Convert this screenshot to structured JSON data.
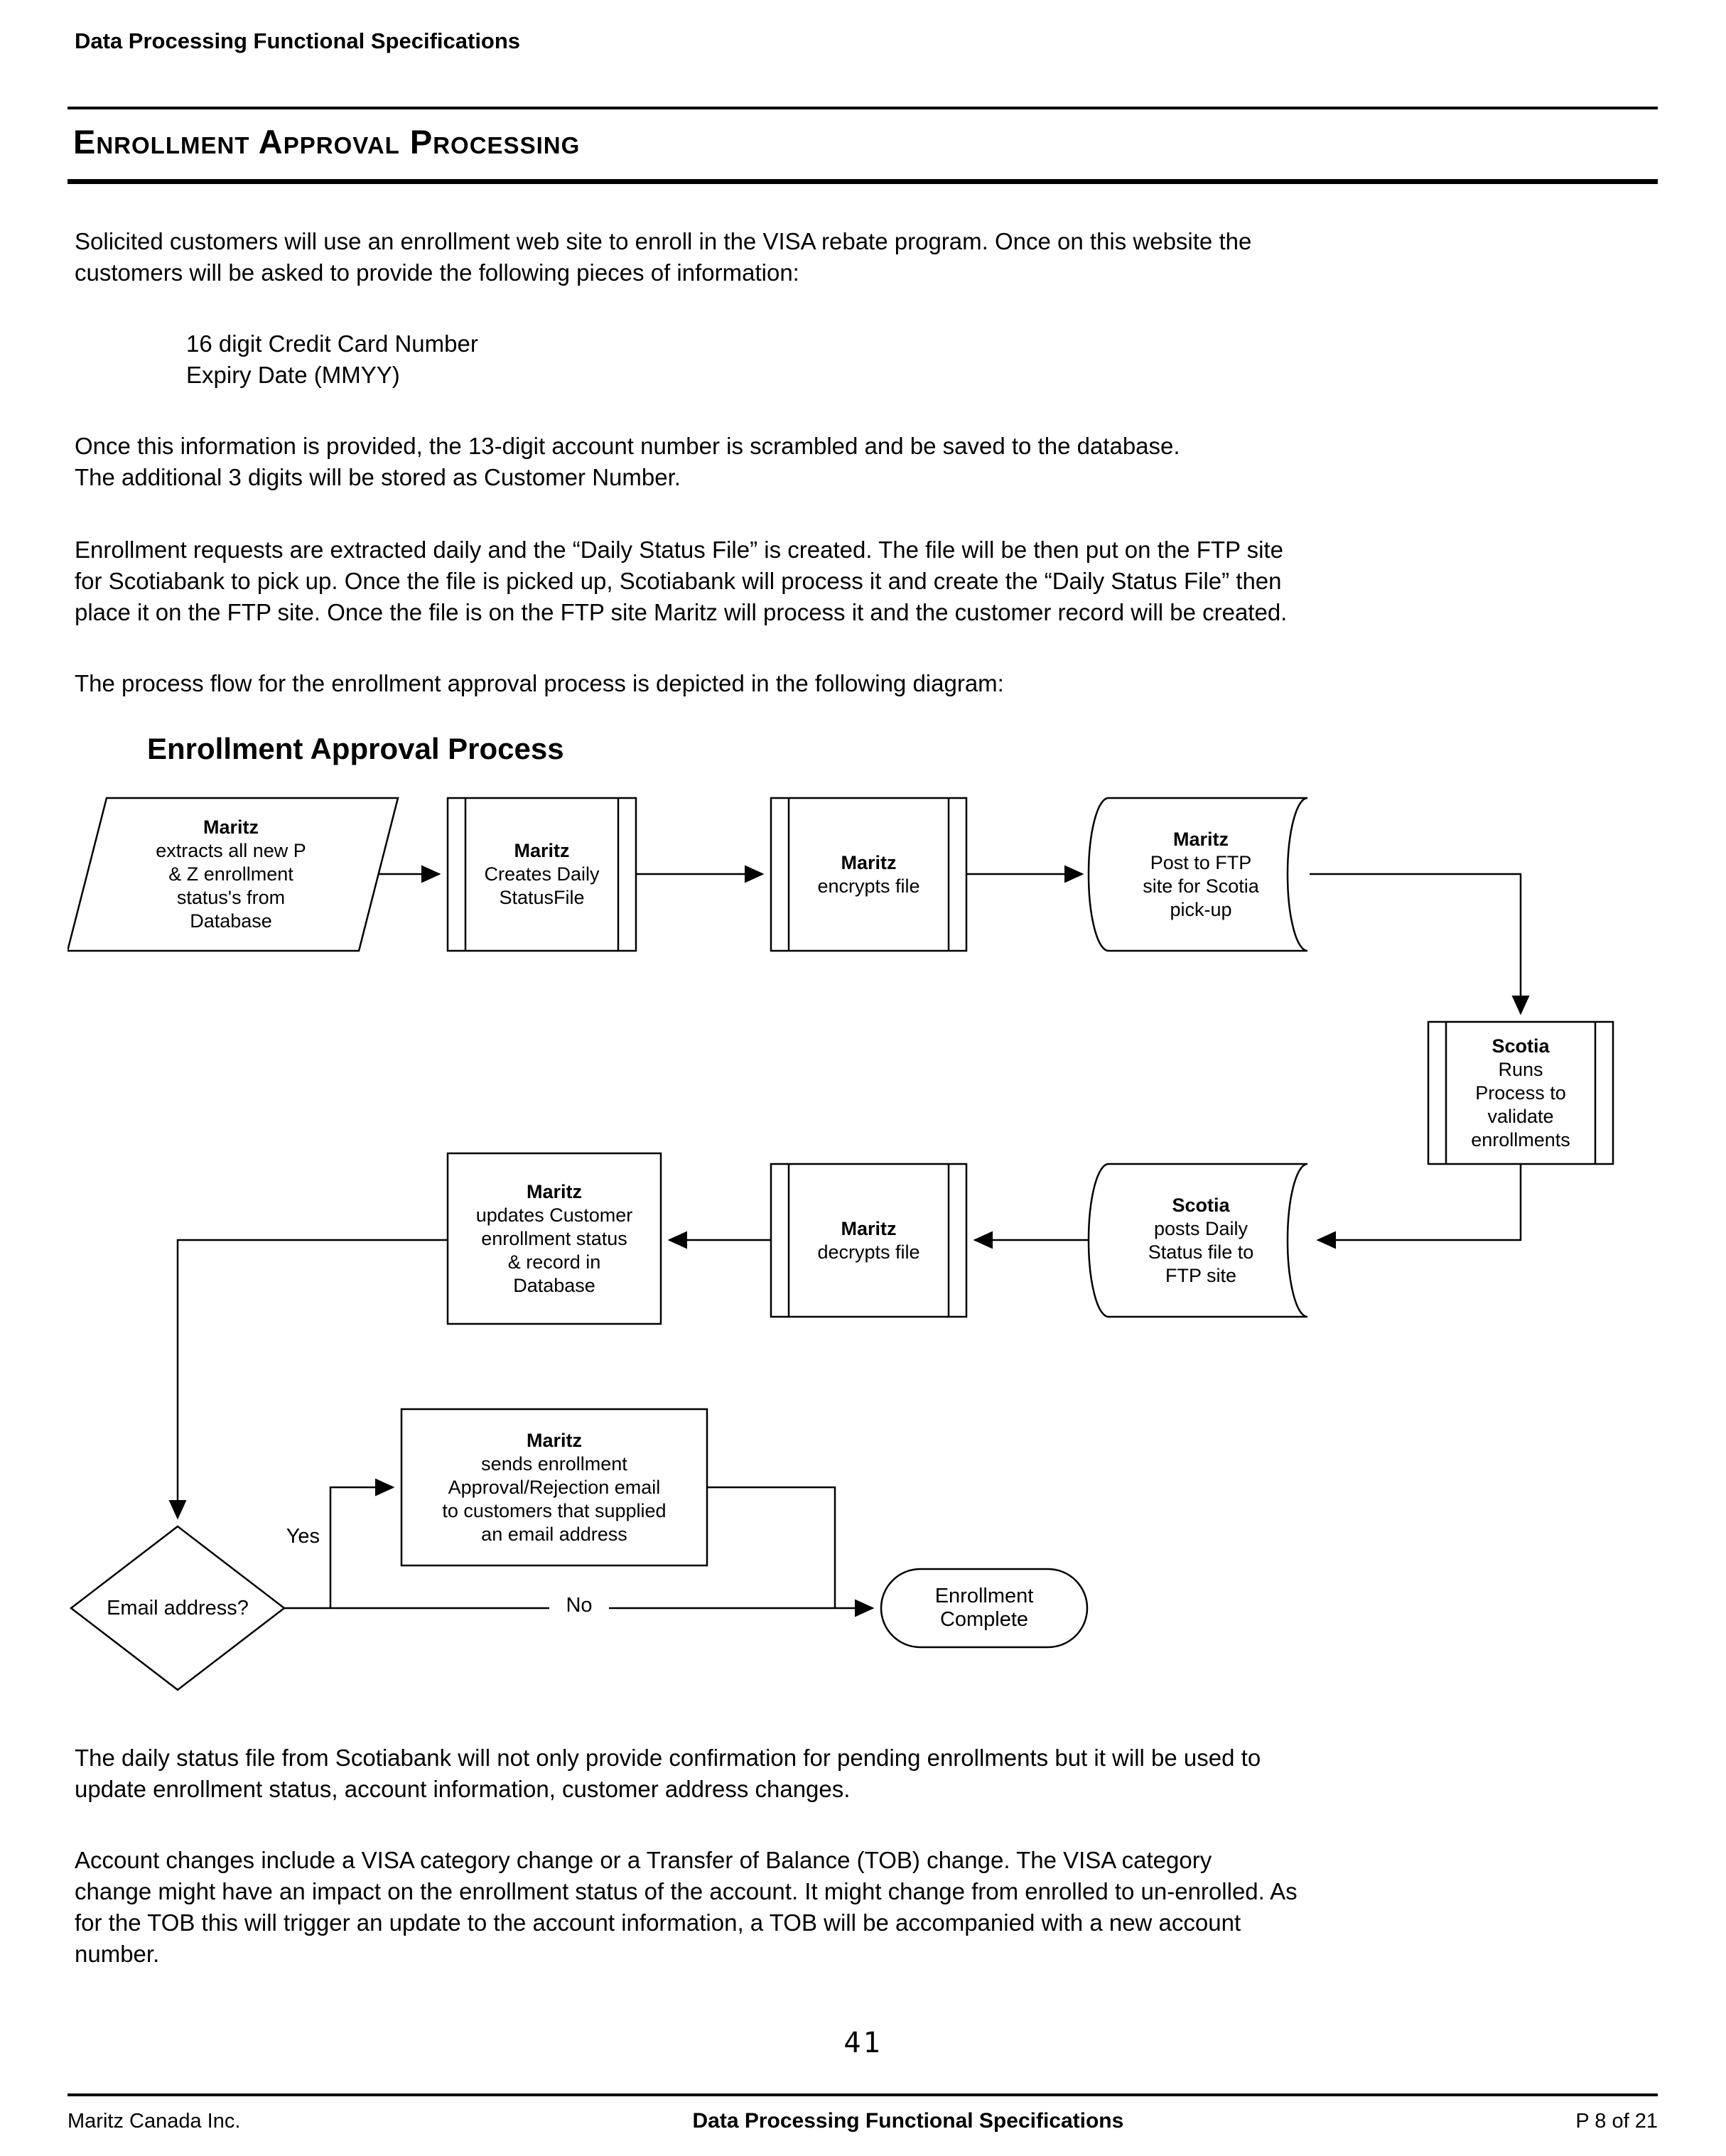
{
  "page": {
    "header": "Data Processing Functional Specifications",
    "section_title": "Enrollment Approval Processing",
    "paragraphs": {
      "intro": "Solicited customers will use an enrollment web site to enroll in the VISA rebate program. Once on this website the\ncustomers will be asked to provide the following pieces of information:",
      "card_info": "16 digit Credit Card Number\nExpiry Date (MMYY)",
      "scramble": "Once this information is provided, the 13-digit account number is scrambled and be saved to the database.\nThe additional 3 digits will be stored as Customer Number.",
      "daily_file": "Enrollment requests are extracted daily and the “Daily Status File” is created. The file will be then put on the FTP site\nfor Scotiabank to pick up. Once the file is picked up, Scotiabank will process it and create the “Daily Status File” then\nplace it on the FTP site. Once the file is on the FTP site Maritz will process it and the customer record will be created.",
      "flow_intro": "The process flow for the enrollment approval process is depicted in the following diagram:",
      "status_update": "The daily status file from Scotiabank will not only provide confirmation for pending enrollments but it will be used to\nupdate enrollment status, account information, customer address changes.",
      "account_changes": "Account changes include a VISA category change or a Transfer of Balance (TOB) change. The VISA category\nchange might have an impact on the enrollment status of the account. It might change from enrolled to un-enrolled. As\nfor the TOB this will trigger an update to the account information, a TOB will be accompanied with a new account\nnumber."
    },
    "page_number": "41",
    "footer": {
      "left": "Maritz Canada Inc.",
      "center": "Data Processing Functional Specifications",
      "right": "P 8 of 21"
    }
  },
  "flowchart": {
    "title": "Enrollment Approval Process",
    "nodes": {
      "extract": {
        "title": "Maritz",
        "body": "extracts all new P\n& Z enrollment\nstatus's from\nDatabase"
      },
      "create_file": {
        "title": "Maritz",
        "body": "Creates Daily\nStatusFile"
      },
      "encrypt": {
        "title": "Maritz",
        "body": "encrypts file"
      },
      "post_ftp": {
        "title": "Maritz",
        "body": "Post to FTP\nsite for Scotia\npick-up"
      },
      "validate": {
        "title": "Scotia",
        "body": "Runs\nProcess to\nvalidate\nenrollments"
      },
      "post_status": {
        "title": "Scotia",
        "body": "posts Daily\nStatus file to\nFTP site"
      },
      "decrypt": {
        "title": "Maritz",
        "body": "decrypts file"
      },
      "update_db": {
        "title": "Maritz",
        "body": "updates Customer\nenrollment status\n& record in\nDatabase"
      },
      "decision": {
        "body": "Email address?"
      },
      "send_email": {
        "title": "Maritz",
        "body": "sends enrollment\nApproval/Rejection email\nto customers that supplied\nan email address"
      },
      "complete": {
        "body": "Enrollment\nComplete"
      }
    },
    "labels": {
      "yes": "Yes",
      "no": "No"
    }
  }
}
